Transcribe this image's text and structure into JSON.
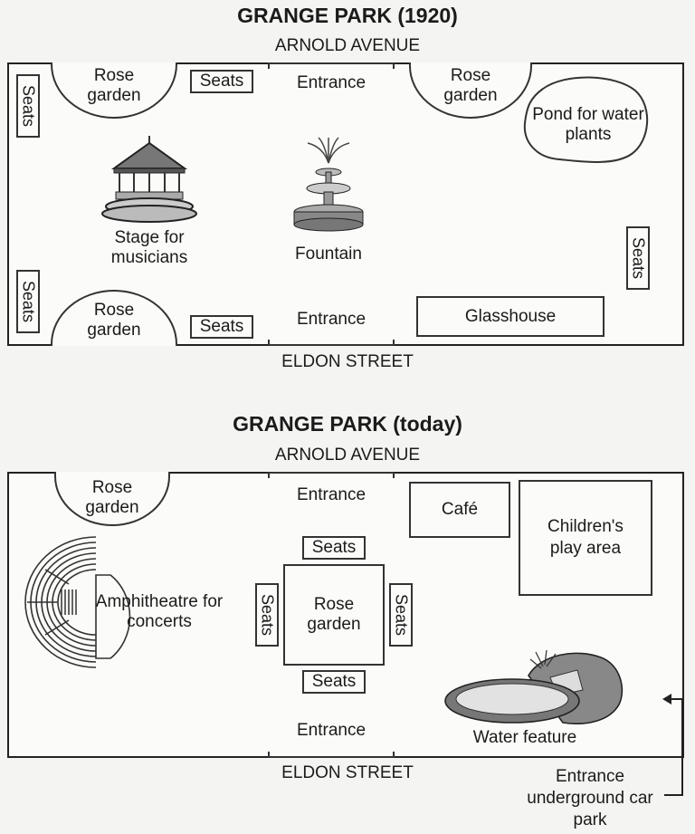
{
  "map1": {
    "title": "GRANGE PARK (1920)",
    "north_street": "ARNOLD AVENUE",
    "south_street": "ELDON STREET",
    "entrance_top": "Entrance",
    "entrance_bottom": "Entrance",
    "rose_garden_top_left": "Rose garden",
    "rose_garden_top_right": "Rose garden",
    "rose_garden_bottom_left": "Rose garden",
    "seats_top": "Seats",
    "seats_bottom": "Seats",
    "seats_left_top": "Seats",
    "seats_left_bottom": "Seats",
    "seats_right": "Seats",
    "pond": "Pond for water plants",
    "stage": "Stage for musicians",
    "fountain": "Fountain",
    "glasshouse": "Glasshouse"
  },
  "map2": {
    "title": "GRANGE PARK (today)",
    "north_street": "ARNOLD AVENUE",
    "south_street": "ELDON STREET",
    "entrance_top": "Entrance",
    "entrance_bottom": "Entrance",
    "rose_garden_top": "Rose garden",
    "rose_garden_center": "Rose garden",
    "cafe": "Café",
    "play_area": "Children's play area",
    "amphitheatre": "Amphitheatre for concerts",
    "seats_top": "Seats",
    "seats_bottom": "Seats",
    "seats_left": "Seats",
    "seats_right": "Seats",
    "water_feature": "Water feature",
    "car_park": "Entrance underground car park"
  }
}
